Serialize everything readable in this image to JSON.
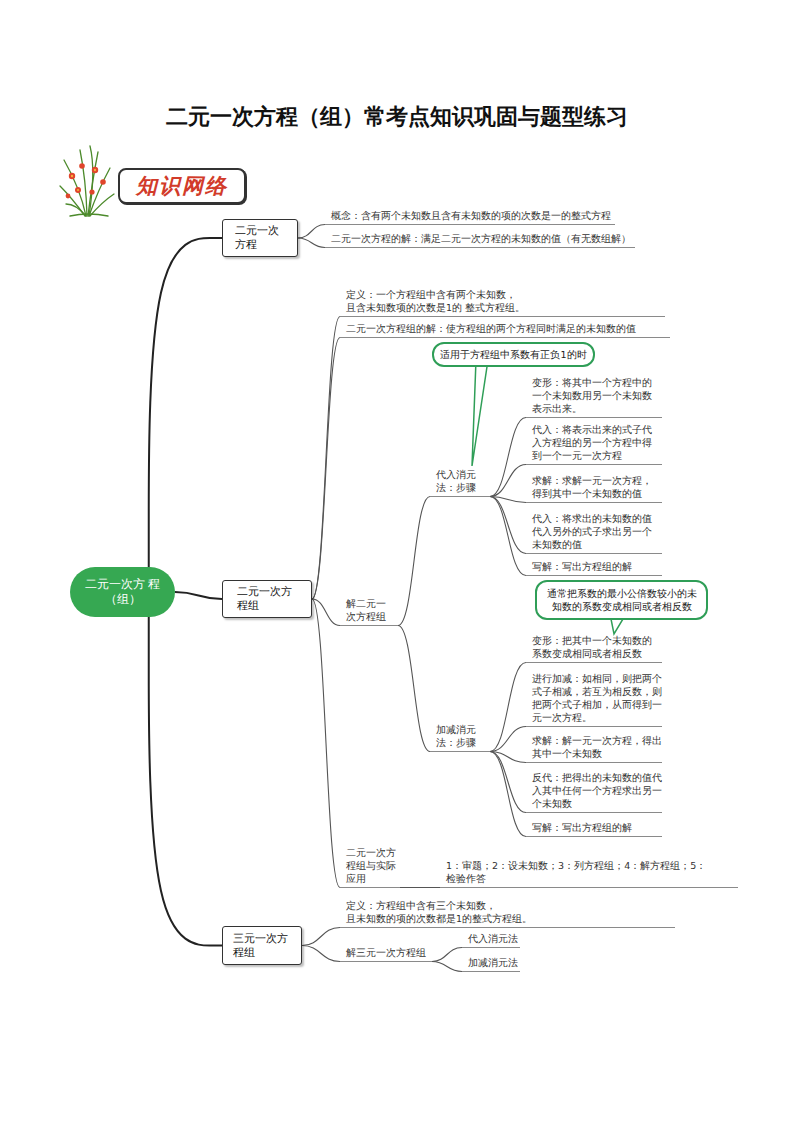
{
  "diagram": {
    "title": "二元一次方程（组）常考点知识巩固与题型练习",
    "nodes": [
      {
        "text": [
          "知识网络"
        ]
      },
      {
        "text": [
          "二元一次方 程（组）"
        ]
      },
      {
        "text": [
          "二元一次 方程"
        ]
      },
      {
        "text": [
          "概念：含有两个未知数且含有未知数的项的次数是一的整式方程"
        ]
      },
      {
        "text": [
          "二元一次方程的解：满足二元一次方程的未知数的值（有无数组解）"
        ]
      },
      {
        "text": [
          "二元一次方 程组"
        ]
      },
      {
        "text": [
          "定义：一个方程组中含有两个未知数，且含未知数项的次数是1的 整式方程组。"
        ]
      },
      {
        "text": [
          "二元一次方程组的解：使方程组的两个方程同时满足的未知数的值"
        ]
      },
      {
        "text": [
          "解二元一 次方程组"
        ]
      },
      {
        "text": [
          "适用于方程组中系数有正负1的时"
        ]
      },
      {
        "text": [
          "代入消元 法：步骤"
        ]
      },
      {
        "text": [
          "变形：将其中一个方程中的 一个未知数用另一个未知数 表示出来。"
        ]
      },
      {
        "text": [
          "代入：将表示出来的式子代 入方程组的另一个方程中得 到一个一元一次方程"
        ]
      },
      {
        "text": [
          "求解：求解一元一次方程， 得到其中一个未知数的值"
        ]
      },
      {
        "text": [
          "代入：将求出的未知数的值 代入另外的式子求出另一个 未知数的值"
        ]
      },
      {
        "text": [
          "写解：写出方程组的解"
        ]
      },
      {
        "text": [
          "通常把系数的最小公倍数较小的未 知数的系数变成相同或者相反数"
        ]
      },
      {
        "text": [
          "加减消元 法：步骤"
        ]
      },
      {
        "text": [
          "变形：把其中一个未知数的 系数变成相同或者相反数"
        ]
      },
      {
        "text": [
          "进行加减：如相同，则把两个 式子相减，若互为相反数，则 把两个式子相加，从而得到一 元一次方程。"
        ]
      },
      {
        "text": [
          "求解：解一元一次方程，得出 其中一个未知数"
        ]
      },
      {
        "text": [
          "反代：把得出的未知数的值代 入其中任何一个方程求出另一 个未知数"
        ]
      },
      {
        "text": [
          "写解：写出方程组的解"
        ]
      },
      {
        "text": [
          "二元一次方 程组与实际 应用"
        ]
      },
      {
        "text": [
          "1：审题；2：设未知数；3：列方程组；4：解方程组；5：检验作答"
        ]
      },
      {
        "text": [
          "三元一次方 程组"
        ]
      },
      {
        "text": [
          "定义：方程组中含有三个未知数，且未知数的项的次数都是1的整式方程组。"
        ]
      },
      {
        "text": [
          "解三元一次方程组"
        ]
      },
      {
        "text": [
          "代入消元法"
        ]
      },
      {
        "text": [
          "加减消元法"
        ]
      }
    ],
    "edges": [
      {
        "from": 1,
        "to": 2,
        "arrow": "none"
      },
      {
        "from": 1,
        "to": 5,
        "arrow": "none"
      },
      {
        "from": 1,
        "to": 25,
        "arrow": "none"
      },
      {
        "from": 2,
        "to": 3,
        "arrow": "none"
      },
      {
        "from": 2,
        "to": 4,
        "arrow": "none"
      },
      {
        "from": 5,
        "to": 6,
        "arrow": "none"
      },
      {
        "from": 5,
        "to": 7,
        "arrow": "none"
      },
      {
        "from": 5,
        "to": 8,
        "arrow": "none"
      },
      {
        "from": 5,
        "to": 23,
        "arrow": "none"
      },
      {
        "from": 8,
        "to": 10,
        "arrow": "none"
      },
      {
        "from": 8,
        "to": 17,
        "arrow": "none"
      },
      {
        "from": 10,
        "to": 11,
        "arrow": "none"
      },
      {
        "from": 10,
        "to": 12,
        "arrow": "none"
      },
      {
        "from": 10,
        "to": 13,
        "arrow": "none"
      },
      {
        "from": 10,
        "to": 14,
        "arrow": "none"
      },
      {
        "from": 10,
        "to": 15,
        "arrow": "none"
      },
      {
        "from": 17,
        "to": 18,
        "arrow": "none"
      },
      {
        "from": 17,
        "to": 19,
        "arrow": "none"
      },
      {
        "from": 17,
        "to": 20,
        "arrow": "none"
      },
      {
        "from": 17,
        "to": 21,
        "arrow": "none"
      },
      {
        "from": 17,
        "to": 22,
        "arrow": "none"
      },
      {
        "from": 23,
        "to": 24,
        "arrow": "none"
      },
      {
        "from": 25,
        "to": 26,
        "arrow": "none"
      },
      {
        "from": 25,
        "to": 27,
        "arrow": "none"
      },
      {
        "from": 27,
        "to": 28,
        "arrow": "none"
      },
      {
        "from": 27,
        "to": 29,
        "arrow": "none"
      }
    ]
  }
}
